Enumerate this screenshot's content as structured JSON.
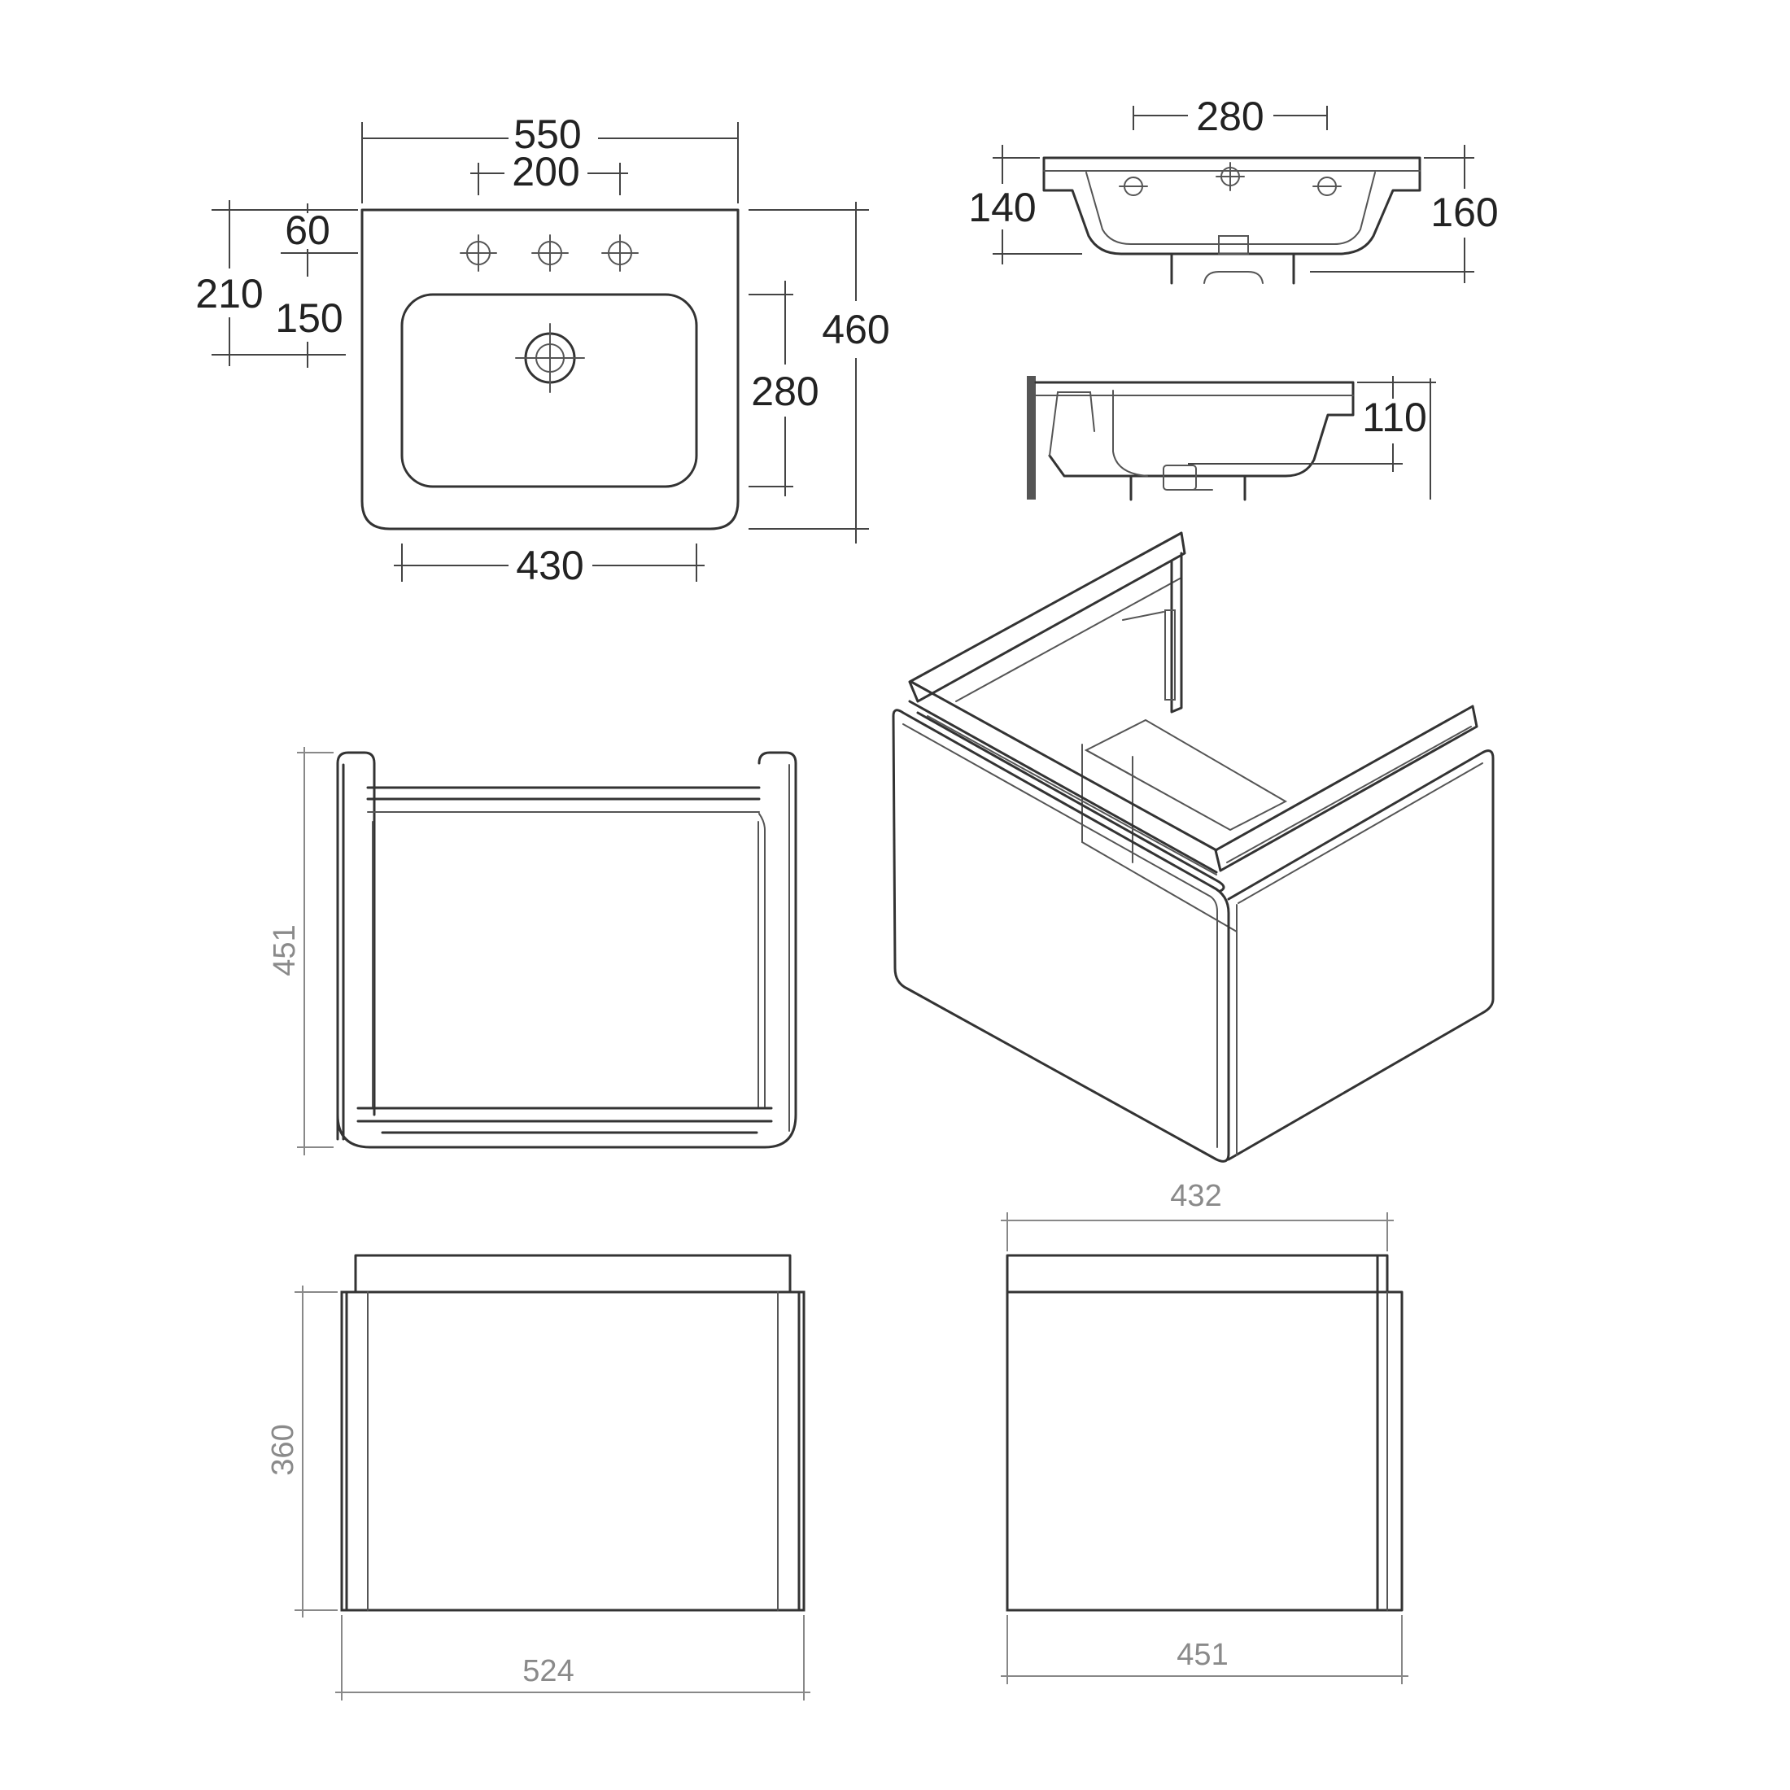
{
  "colors": {
    "line": "#333333",
    "dim_primary": "#222222",
    "dim_secondary": "#8a8a8a"
  },
  "basin_plan": {
    "overall_width": "550",
    "tap_spacing": "200",
    "tap_offset": "60",
    "tap_to_bowl_depth": "210",
    "bowl_offset": "150",
    "overall_depth": "460",
    "bowl_depth": "280",
    "bowl_width": "430"
  },
  "basin_front": {
    "tap_spacing": "280",
    "rim_depth": "140",
    "overall_height": "160"
  },
  "basin_side": {
    "height": "110"
  },
  "cabinet_top": {
    "depth": "451"
  },
  "cabinet_front": {
    "height": "360",
    "width": "524"
  },
  "cabinet_side": {
    "top_depth": "432",
    "depth": "451"
  }
}
